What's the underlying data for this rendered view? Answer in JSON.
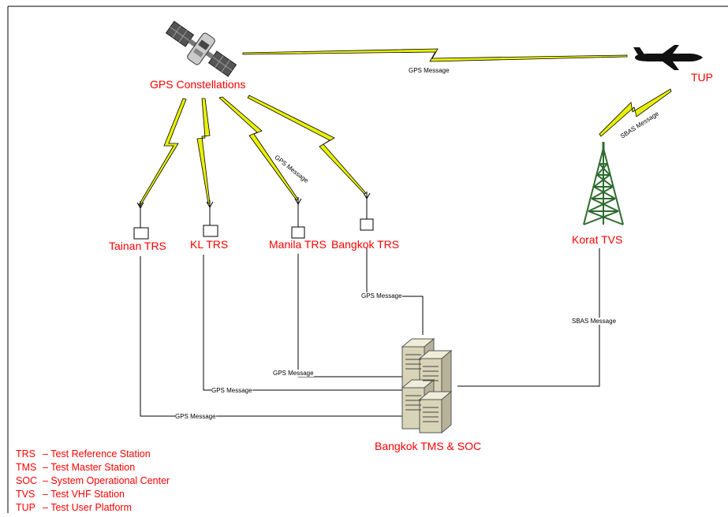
{
  "nodes": {
    "constellation": "GPS Constellations",
    "tup": "TUP",
    "tainan": "Tainan TRS",
    "kl": "KL TRS",
    "manila": "Manila TRS",
    "bangkok_trs": "Bangkok TRS",
    "korat": "Korat TVS",
    "tms": "Bangkok TMS & SOC"
  },
  "link_labels": {
    "gps_to_tup": "GPS Message",
    "gps_to_trs": "GPS Message",
    "sbas_tvs_to_tup": "SBAS Message",
    "bangkok_trs_to_tms": "GPS Message",
    "manila_to_tms": "GPS Message",
    "kl_to_tms": "GPS Message",
    "tainan_to_tms": "GPS Message",
    "korat_to_tms": "SBAS Message"
  },
  "legend": [
    {
      "abbr": "TRS",
      "desc": "– Test Reference Station"
    },
    {
      "abbr": "TMS",
      "desc": "– Test Master Station"
    },
    {
      "abbr": "SOC",
      "desc": "– System Operational Center"
    },
    {
      "abbr": "TVS",
      "desc": "– Test VHF Station"
    },
    {
      "abbr": "TUP",
      "desc": "– Test User Platform"
    }
  ],
  "colors": {
    "label": "#ff0000",
    "link_fill": "#e8f000",
    "tower": "#2e6b2e",
    "server": "#d8d4b8"
  }
}
